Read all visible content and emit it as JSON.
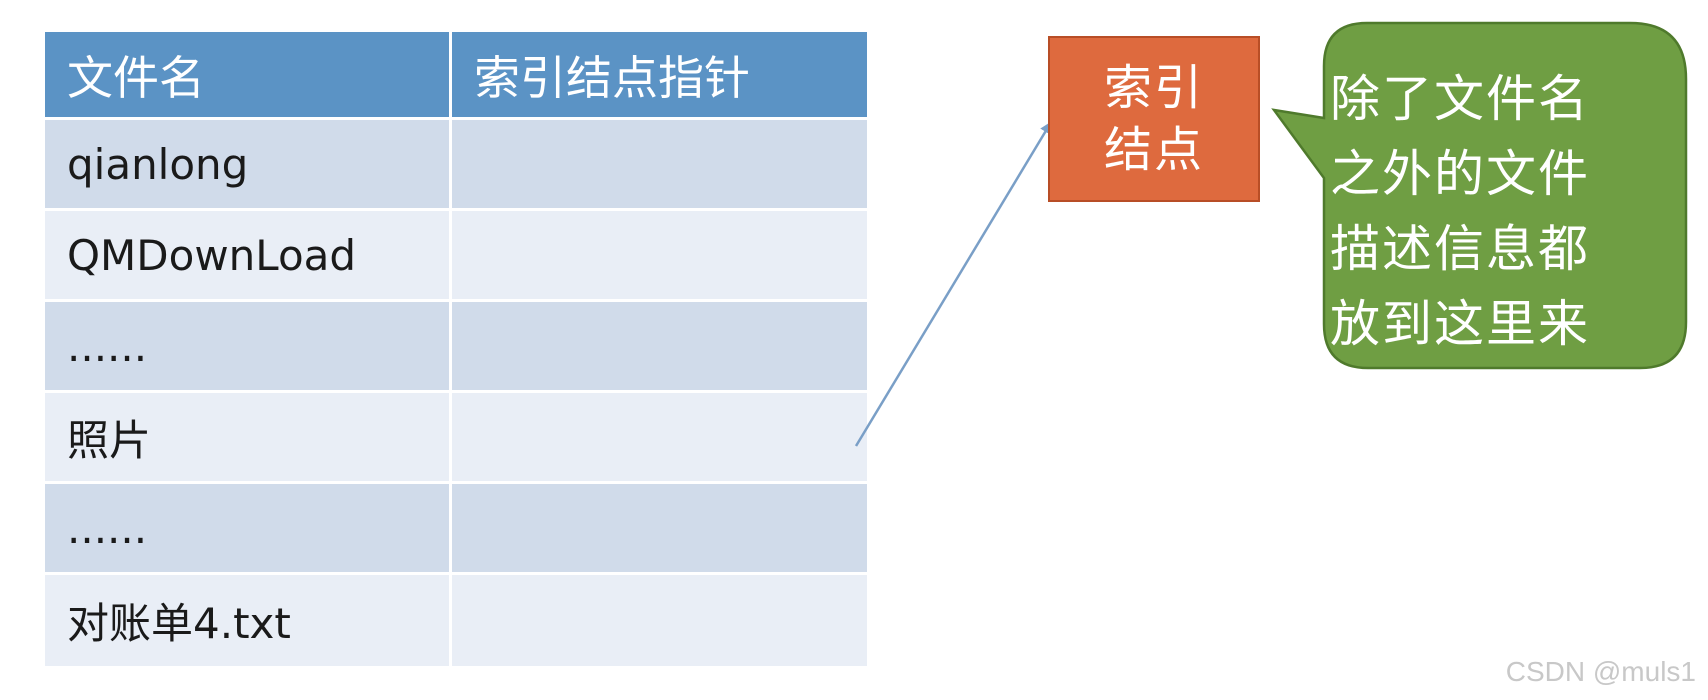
{
  "table": {
    "headers": [
      "文件名",
      "索引结点指针"
    ],
    "rows": [
      {
        "name": "qianlong",
        "pointer": ""
      },
      {
        "name": "QMDownLoad",
        "pointer": ""
      },
      {
        "name": "......",
        "pointer": ""
      },
      {
        "name": "照片",
        "pointer": ""
      },
      {
        "name": "......",
        "pointer": ""
      },
      {
        "name": "对账单4.txt",
        "pointer": ""
      }
    ]
  },
  "inode_box": {
    "label": "索引结点"
  },
  "callout": {
    "text": "除了文件名之外的文件描述信息都放到这里来"
  },
  "watermark": "CSDN @muls1",
  "colors": {
    "header": "#5b93c5",
    "row_dark": "#d0dbea",
    "row_light": "#e9eef6",
    "inode": "#de6a3e",
    "callout": "#6f9e43",
    "arrow": "#7a9fc7"
  }
}
